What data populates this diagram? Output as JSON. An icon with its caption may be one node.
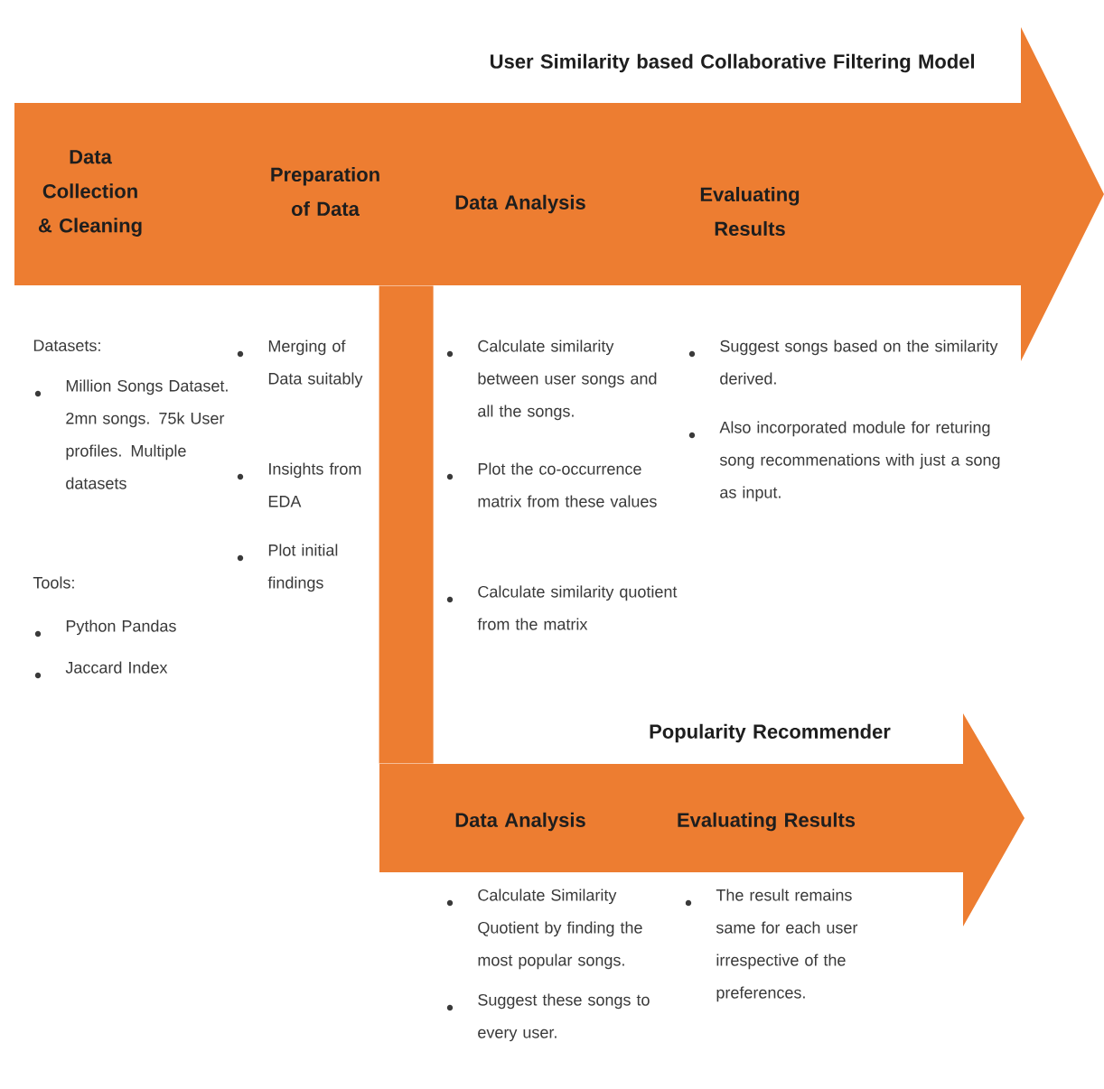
{
  "diagram": {
    "nodes": [
      {
        "text": [
          "User Similarity based Collaborative Filtering Model",
          "Data Collection & Cleaning",
          "Preparation of Data",
          "Data Analysis",
          "Evaluating Results"
        ]
      },
      {
        "text": [
          "Popularity Recommender",
          "Data Analysis",
          "Evaluating Results"
        ]
      }
    ],
    "edges": [
      {
        "from": 0,
        "to": 1,
        "arrow": "none"
      }
    ],
    "labels": [
      "Datasets:",
      "Million Songs Dataset. 2mn songs. 75k User profiles. Multiple datasets",
      "Tools:",
      "Python Pandas",
      "Jaccard Index",
      "Merging of Data suitably",
      "Insights from EDA",
      "Plot initial findings",
      "Calculate similarity between user songs and all the songs.",
      "Plot the co-occurrence matrix from these values",
      "Calculate similarity quotient from the matrix",
      "Suggest songs based on the similarity derived.",
      "Also incorporated module for returing song recommenations with just a song as input.",
      "Calculate Similarity Quotient by finding the most popular songs.",
      "Suggest these songs to every user.",
      "The result remains same for each user irrespective of the preferences."
    ]
  }
}
